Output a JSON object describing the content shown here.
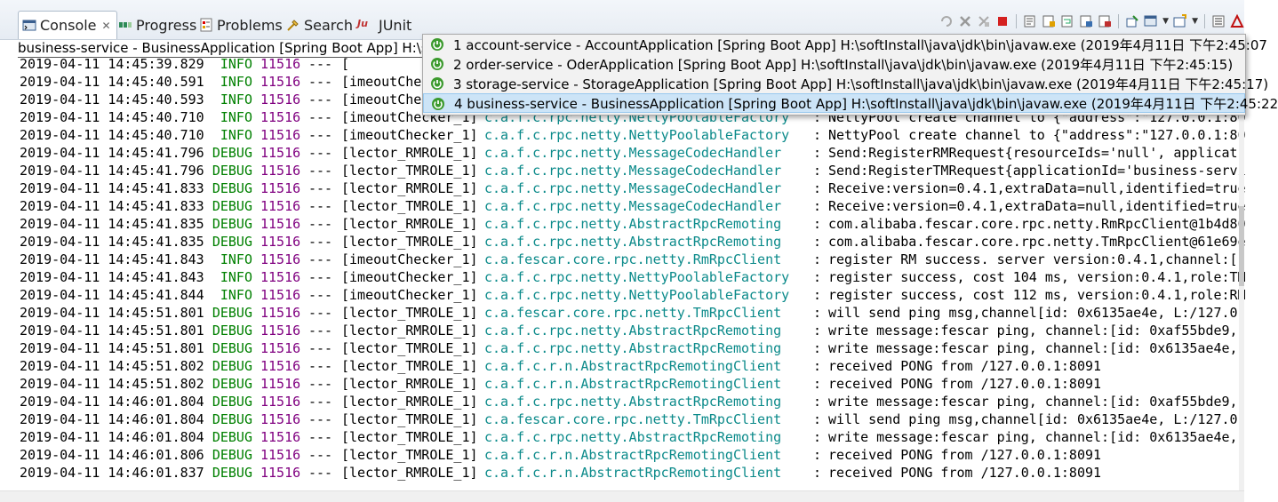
{
  "tabs": [
    {
      "label": "Console",
      "active": true
    },
    {
      "label": "Progress"
    },
    {
      "label": "Problems"
    },
    {
      "label": "Search"
    },
    {
      "label": "JUnit"
    }
  ],
  "console_label": "business-service - BusinessApplication [Spring Boot App] H:\\sof",
  "menu_items": [
    {
      "label": "1 account-service - AccountApplication [Spring Boot App] H:\\softInstall\\java\\jdk\\bin\\javaw.exe (2019年4月11日 下午2:45:07"
    },
    {
      "label": "2 order-service - OderApplication [Spring Boot App] H:\\softInstall\\java\\jdk\\bin\\javaw.exe (2019年4月11日 下午2:45:15)"
    },
    {
      "label": "3 storage-service - StorageApplication [Spring Boot App] H:\\softInstall\\java\\jdk\\bin\\javaw.exe (2019年4月11日 下午2:45:17)"
    },
    {
      "label": "4 business-service - BusinessApplication [Spring Boot App] H:\\softInstall\\java\\jdk\\bin\\javaw.exe (2019年4月11日 下午2:45:22",
      "selected": true
    }
  ],
  "log_lines": [
    {
      "date": "2019-04-11 14:45:39.829",
      "level": "INFO",
      "pid": "11516",
      "sep": "---",
      "thread": "[",
      "logger": "",
      "msg": ""
    },
    {
      "date": "2019-04-11 14:45:40.591",
      "level": "INFO",
      "pid": "11516",
      "sep": "---",
      "thread": "[imeoutChec",
      "logger": "",
      "msg": ""
    },
    {
      "date": "2019-04-11 14:45:40.593",
      "level": "INFO",
      "pid": "11516",
      "sep": "---",
      "thread": "[imeoutChec",
      "logger": "",
      "msg": ""
    },
    {
      "date": "2019-04-11 14:45:40.710",
      "level": "INFO",
      "pid": "11516",
      "sep": "---",
      "thread": "[imeoutChecker_1]",
      "logger": "c.a.f.c.rpc.netty.NettyPoolableFactory",
      "msg": "NettyPool create channel to {\"address\":\"127.0.0.1:80"
    },
    {
      "date": "2019-04-11 14:45:40.710",
      "level": "INFO",
      "pid": "11516",
      "sep": "---",
      "thread": "[imeoutChecker_1]",
      "logger": "c.a.f.c.rpc.netty.NettyPoolableFactory",
      "msg": "NettyPool create channel to {\"address\":\"127.0.0.1:80"
    },
    {
      "date": "2019-04-11 14:45:41.796",
      "level": "DEBUG",
      "pid": "11516",
      "sep": "---",
      "thread": "[lector_RMROLE_1]",
      "logger": "c.a.f.c.rpc.netty.MessageCodecHandler",
      "msg": "Send:RegisterRMRequest{resourceIds='null', applicat"
    },
    {
      "date": "2019-04-11 14:45:41.796",
      "level": "DEBUG",
      "pid": "11516",
      "sep": "---",
      "thread": "[lector_TMROLE_1]",
      "logger": "c.a.f.c.rpc.netty.MessageCodecHandler",
      "msg": "Send:RegisterTMRequest{applicationId='business-servi"
    },
    {
      "date": "2019-04-11 14:45:41.833",
      "level": "DEBUG",
      "pid": "11516",
      "sep": "---",
      "thread": "[lector_RMROLE_1]",
      "logger": "c.a.f.c.rpc.netty.MessageCodecHandler",
      "msg": "Receive:version=0.4.1,extraData=null,identified=true"
    },
    {
      "date": "2019-04-11 14:45:41.833",
      "level": "DEBUG",
      "pid": "11516",
      "sep": "---",
      "thread": "[lector_TMROLE_1]",
      "logger": "c.a.f.c.rpc.netty.MessageCodecHandler",
      "msg": "Receive:version=0.4.1,extraData=null,identified=true"
    },
    {
      "date": "2019-04-11 14:45:41.835",
      "level": "DEBUG",
      "pid": "11516",
      "sep": "---",
      "thread": "[lector_RMROLE_1]",
      "logger": "c.a.f.c.rpc.netty.AbstractRpcRemoting",
      "msg": "com.alibaba.fescar.core.rpc.netty.RmRpcClient@1b4d80"
    },
    {
      "date": "2019-04-11 14:45:41.835",
      "level": "DEBUG",
      "pid": "11516",
      "sep": "---",
      "thread": "[lector_TMROLE_1]",
      "logger": "c.a.f.c.rpc.netty.AbstractRpcRemoting",
      "msg": "com.alibaba.fescar.core.rpc.netty.TmRpcClient@61e69e"
    },
    {
      "date": "2019-04-11 14:45:41.843",
      "level": "INFO",
      "pid": "11516",
      "sep": "---",
      "thread": "[imeoutChecker_1]",
      "logger": "c.a.fescar.core.rpc.netty.RmRpcClient",
      "msg": "register RM success. server version:0.4.1,channel:["
    },
    {
      "date": "2019-04-11 14:45:41.843",
      "level": "INFO",
      "pid": "11516",
      "sep": "---",
      "thread": "[imeoutChecker_1]",
      "logger": "c.a.f.c.rpc.netty.NettyPoolableFactory",
      "msg": "register success, cost 104 ms, version:0.4.1,role:TM"
    },
    {
      "date": "2019-04-11 14:45:41.844",
      "level": "INFO",
      "pid": "11516",
      "sep": "---",
      "thread": "[imeoutChecker_1]",
      "logger": "c.a.f.c.rpc.netty.NettyPoolableFactory",
      "msg": "register success, cost 112 ms, version:0.4.1,role:RM"
    },
    {
      "date": "2019-04-11 14:45:51.801",
      "level": "DEBUG",
      "pid": "11516",
      "sep": "---",
      "thread": "[lector_TMROLE_1]",
      "logger": "c.a.fescar.core.rpc.netty.TmRpcClient",
      "msg": "will send ping msg,channel[id: 0x6135ae4e, L:/127.0"
    },
    {
      "date": "2019-04-11 14:45:51.801",
      "level": "DEBUG",
      "pid": "11516",
      "sep": "---",
      "thread": "[lector_RMROLE_1]",
      "logger": "c.a.f.c.rpc.netty.AbstractRpcRemoting",
      "msg": "write message:fescar ping, channel:[id: 0xaf55bde9,"
    },
    {
      "date": "2019-04-11 14:45:51.801",
      "level": "DEBUG",
      "pid": "11516",
      "sep": "---",
      "thread": "[lector_TMROLE_1]",
      "logger": "c.a.f.c.rpc.netty.AbstractRpcRemoting",
      "msg": "write message:fescar ping, channel:[id: 0x6135ae4e,"
    },
    {
      "date": "2019-04-11 14:45:51.802",
      "level": "DEBUG",
      "pid": "11516",
      "sep": "---",
      "thread": "[lector_TMROLE_1]",
      "logger": "c.a.f.c.r.n.AbstractRpcRemotingClient",
      "msg": "received PONG from /127.0.0.1:8091"
    },
    {
      "date": "2019-04-11 14:45:51.802",
      "level": "DEBUG",
      "pid": "11516",
      "sep": "---",
      "thread": "[lector_RMROLE_1]",
      "logger": "c.a.f.c.r.n.AbstractRpcRemotingClient",
      "msg": "received PONG from /127.0.0.1:8091"
    },
    {
      "date": "2019-04-11 14:46:01.804",
      "level": "DEBUG",
      "pid": "11516",
      "sep": "---",
      "thread": "[lector_RMROLE_1]",
      "logger": "c.a.f.c.rpc.netty.AbstractRpcRemoting",
      "msg": "write message:fescar ping, channel:[id: 0xaf55bde9,"
    },
    {
      "date": "2019-04-11 14:46:01.804",
      "level": "DEBUG",
      "pid": "11516",
      "sep": "---",
      "thread": "[lector_TMROLE_1]",
      "logger": "c.a.fescar.core.rpc.netty.TmRpcClient",
      "msg": "will send ping msg,channel[id: 0x6135ae4e, L:/127.0"
    },
    {
      "date": "2019-04-11 14:46:01.804",
      "level": "DEBUG",
      "pid": "11516",
      "sep": "---",
      "thread": "[lector_TMROLE_1]",
      "logger": "c.a.f.c.rpc.netty.AbstractRpcRemoting",
      "msg": "write message:fescar ping, channel:[id: 0x6135ae4e,"
    },
    {
      "date": "2019-04-11 14:46:01.806",
      "level": "DEBUG",
      "pid": "11516",
      "sep": "---",
      "thread": "[lector_TMROLE_1]",
      "logger": "c.a.f.c.r.n.AbstractRpcRemotingClient",
      "msg": "received PONG from /127.0.0.1:8091"
    },
    {
      "date": "2019-04-11 14:46:01.837",
      "level": "DEBUG",
      "pid": "11516",
      "sep": "---",
      "thread": "[lector_RMROLE_1]",
      "logger": "c.a.f.c.r.n.AbstractRpcRemotingClient",
      "msg": "received PONG from /127.0.0.1:8091"
    }
  ]
}
